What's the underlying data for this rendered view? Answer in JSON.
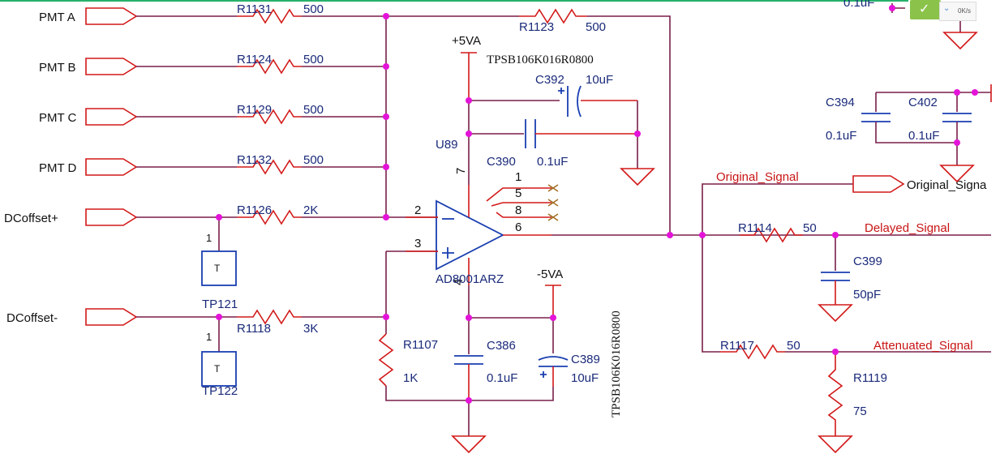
{
  "ports": {
    "pmt_a": "PMT A",
    "pmt_b": "PMT B",
    "pmt_c": "PMT C",
    "pmt_d": "PMT D",
    "dcoffset_plus": "DCoffset+",
    "dcoffset_minus": "DCoffset-",
    "original_signal_port": "Original_Signa"
  },
  "resistors": [
    {
      "ref": "R1131",
      "value": "500"
    },
    {
      "ref": "R1124",
      "value": "500"
    },
    {
      "ref": "R1129",
      "value": "500"
    },
    {
      "ref": "R1132",
      "value": "500"
    },
    {
      "ref": "R1126",
      "value": "2K"
    },
    {
      "ref": "R1118",
      "value": "3K"
    },
    {
      "ref": "R1123",
      "value": "500"
    },
    {
      "ref": "R1107",
      "value": "1K"
    },
    {
      "ref": "R1114",
      "value": "50"
    },
    {
      "ref": "R1117",
      "value": "50"
    },
    {
      "ref": "R1119",
      "value": "75"
    }
  ],
  "capacitors": [
    {
      "ref": "C392",
      "value": "10uF",
      "part": "TPSB106K016R0800"
    },
    {
      "ref": "C390",
      "value": "0.1uF"
    },
    {
      "ref": "C386",
      "value": "0.1uF"
    },
    {
      "ref": "C389",
      "value": "10uF",
      "part": "TPSB106K016R0800"
    },
    {
      "ref": "C399",
      "value": "50pF"
    },
    {
      "ref": "C394",
      "value": "0.1uF"
    },
    {
      "ref": "C402",
      "value": "0.1uF"
    }
  ],
  "opamp": {
    "ref": "U89",
    "part": "AD8001ARZ",
    "pins": [
      "2",
      "3",
      "4",
      "7",
      "1",
      "5",
      "8",
      "6"
    ]
  },
  "test_points": [
    {
      "ref": "TP121",
      "pin": "1",
      "glyph": "T"
    },
    {
      "ref": "TP122",
      "pin": "1",
      "glyph": "T"
    }
  ],
  "power": {
    "pos": "+5VA",
    "neg": "-5VA"
  },
  "nets": {
    "original": "Original_Signal",
    "delayed": "Delayed_Signal",
    "attenuated": "Attenuated_Signal"
  },
  "partial_top_label": "0.1uF",
  "speed_badge": "0K/s",
  "colors": {
    "wire": "#7a1f4a",
    "component": "#d21818",
    "symbol": "#1a3fb0",
    "junction": "#e413d8",
    "label": "#1a2a7a",
    "net_label": "#c81414"
  }
}
